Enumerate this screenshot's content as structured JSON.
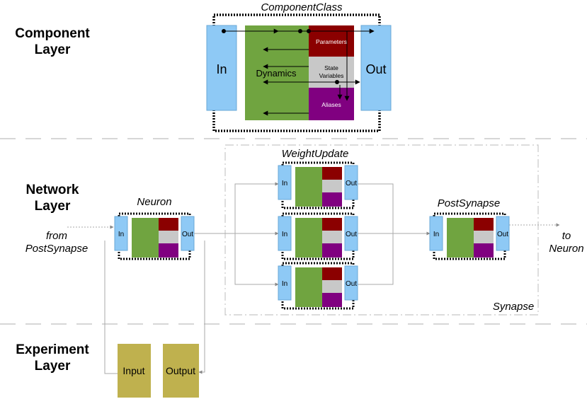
{
  "layers": {
    "component": [
      "Component",
      "Layer"
    ],
    "network": [
      "Network",
      "Layer"
    ],
    "experiment": [
      "Experiment",
      "Layer"
    ]
  },
  "component_class": {
    "title": "ComponentClass",
    "in": "In",
    "out": "Out",
    "dynamics": "Dynamics",
    "parameters": "Parameters",
    "state_variables": [
      "State",
      "Variables"
    ],
    "aliases": "Aliases"
  },
  "network": {
    "neuron_title": "Neuron",
    "weight_update_title": "WeightUpdate",
    "post_synapse_title": "PostSynapse",
    "synapse_label": "Synapse",
    "from_label": [
      "from",
      "PostSynapse"
    ],
    "to_label": [
      "to",
      "Neuron"
    ],
    "in": "In",
    "out": "Out"
  },
  "experiment": {
    "input": "Input",
    "output": "Output"
  },
  "colors": {
    "port_blue": "#8ec9f5",
    "dynamics_green": "#70a440",
    "parameters_red": "#8b0000",
    "state_gray": "#c8c8c8",
    "aliases_purple": "#800080",
    "experiment_olive": "#bfb14e"
  }
}
